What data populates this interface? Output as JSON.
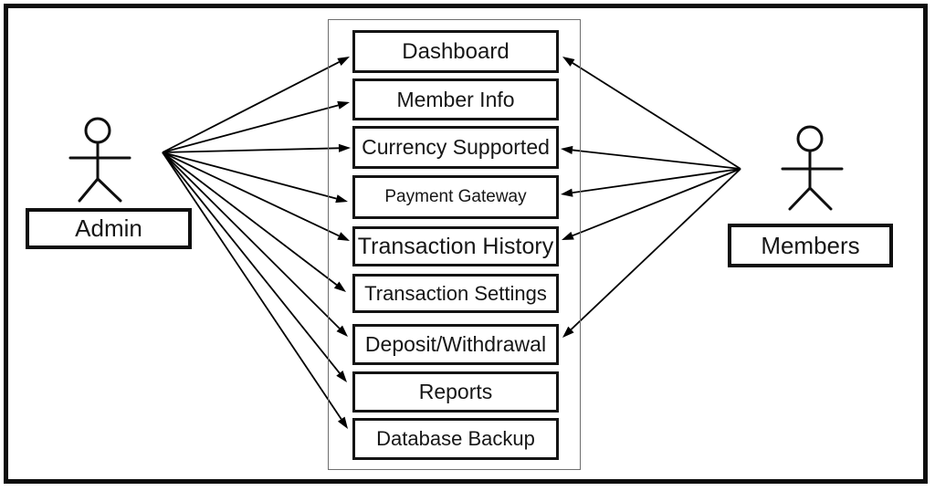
{
  "diagram": {
    "type": "use-case-diagram",
    "actors": [
      {
        "id": "admin",
        "label": "Admin"
      },
      {
        "id": "members",
        "label": "Members"
      }
    ],
    "usecases": [
      {
        "id": "dashboard",
        "label": "Dashboard"
      },
      {
        "id": "member-info",
        "label": "Member Info"
      },
      {
        "id": "currency-supported",
        "label": "Currency Supported"
      },
      {
        "id": "payment-gateway",
        "label": "Payment Gateway"
      },
      {
        "id": "transaction-history",
        "label": "Transaction History"
      },
      {
        "id": "transaction-settings",
        "label": "Transaction Settings"
      },
      {
        "id": "deposit-withdrawal",
        "label": "Deposit/Withdrawal"
      },
      {
        "id": "reports",
        "label": "Reports"
      },
      {
        "id": "database-backup",
        "label": "Database Backup"
      }
    ],
    "connections": [
      {
        "from": "admin",
        "to": [
          "dashboard",
          "member-info",
          "currency-supported",
          "payment-gateway",
          "transaction-history",
          "transaction-settings",
          "deposit-withdrawal",
          "reports",
          "database-backup"
        ]
      },
      {
        "from": "members",
        "to": [
          "dashboard",
          "currency-supported",
          "payment-gateway",
          "transaction-history",
          "deposit-withdrawal"
        ]
      }
    ],
    "colors": {
      "line": "#000000",
      "box_border": "#141414",
      "frame_border": "#0d0d0d",
      "container_border": "#6f6f6f",
      "background": "#ffffff"
    }
  }
}
